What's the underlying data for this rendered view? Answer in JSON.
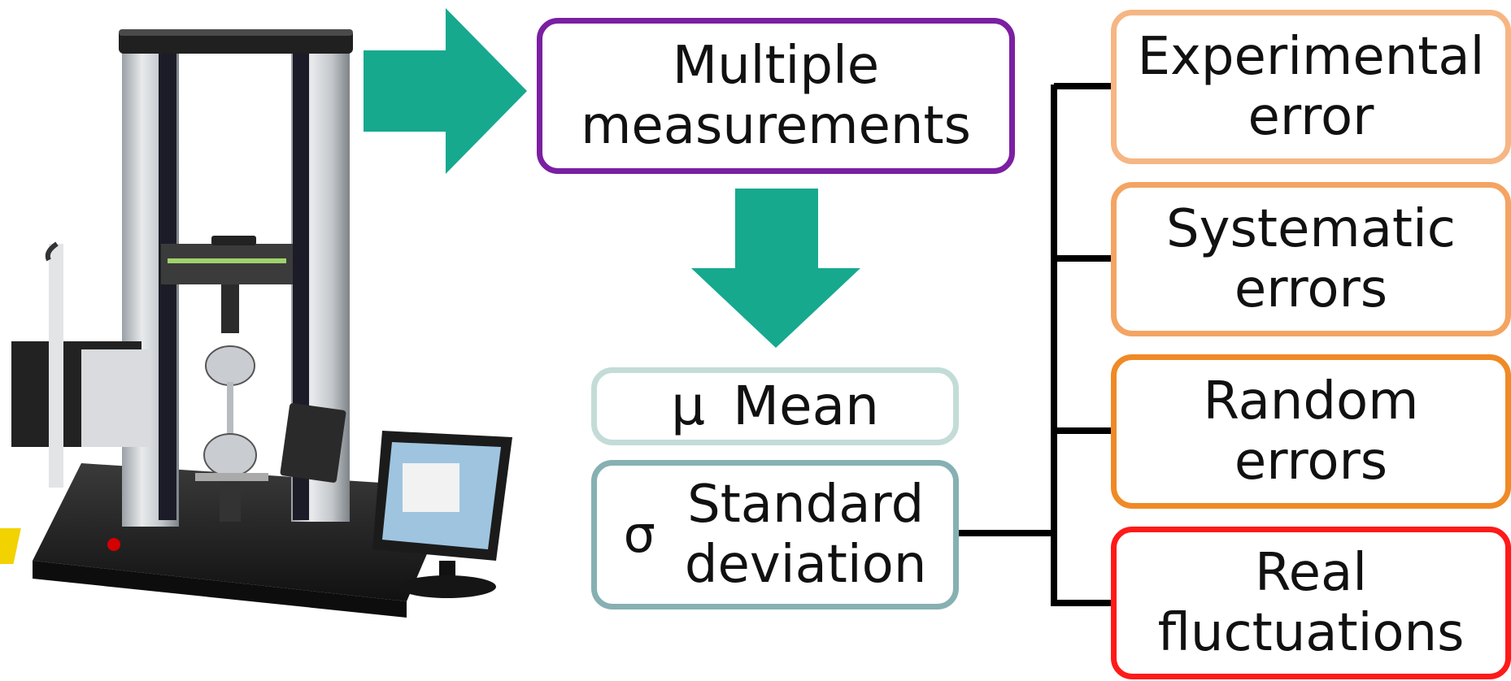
{
  "nodes": {
    "multiple": {
      "line1": "Multiple",
      "line2": "measurements"
    },
    "mean": {
      "symbol": "μ",
      "label": "Mean"
    },
    "std": {
      "symbol": "σ",
      "line1": "Standard",
      "line2": "deviation"
    },
    "experimental": {
      "line1": "Experimental",
      "line2": "error"
    },
    "systematic": {
      "line1": "Systematic",
      "line2": "errors"
    },
    "random": {
      "line1": "Random",
      "line2": "errors"
    },
    "real": {
      "line1": "Real",
      "line2": "fluctuations"
    }
  },
  "colors": {
    "arrow": "#16a98e",
    "multiple_border": "#7b1fa2",
    "mean_border": "#c3dcd8",
    "std_border": "#86b0b2",
    "experimental_border": "#f6b684",
    "systematic_border": "#f4a462",
    "random_border": "#ef8a26",
    "real_border": "#ff1a1a",
    "connector": "#000000"
  },
  "icons": [
    "tensile-testing-machine-image",
    "right-arrow-icon",
    "down-arrow-icon"
  ]
}
